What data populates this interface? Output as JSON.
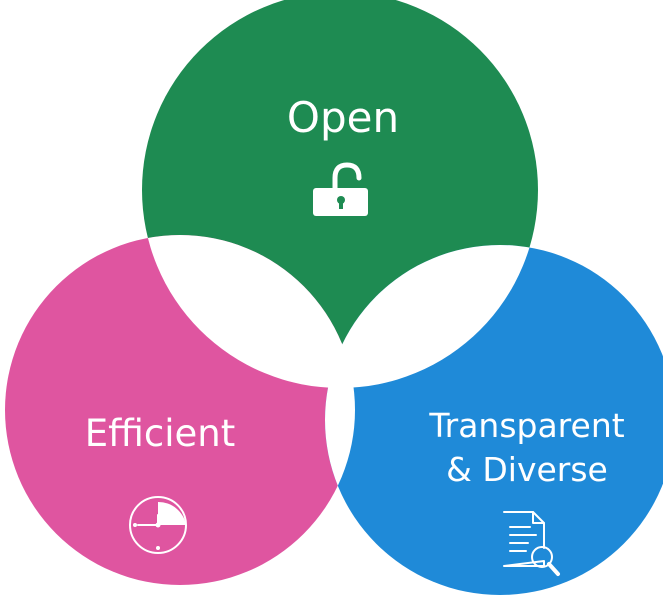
{
  "diagram": {
    "type": "venn",
    "circles": [
      {
        "id": "open",
        "label_lines": [
          "Open"
        ],
        "color": "#1e8b52",
        "icon": "open-padlock-icon"
      },
      {
        "id": "efficient",
        "label_lines": [
          "Efficient"
        ],
        "color": "#df55a0",
        "icon": "clock-icon"
      },
      {
        "id": "transparent",
        "label_lines": [
          "Transparent",
          "& Diverse"
        ],
        "color": "#1f8ad8",
        "icon": "document-search-icon"
      }
    ],
    "overlap_color": "#ffffff"
  }
}
